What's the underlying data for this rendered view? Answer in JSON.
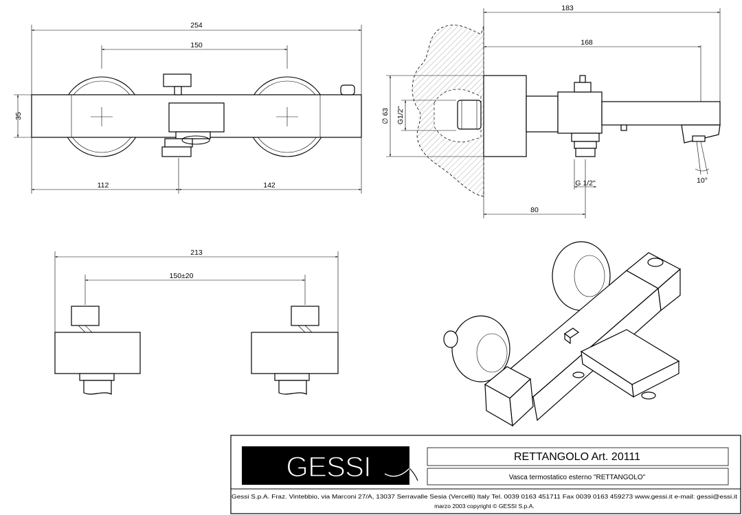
{
  "dimensions": {
    "front_overall": "254",
    "front_centers": "150",
    "front_height": "35",
    "front_left": "112",
    "front_right": "142",
    "side_overall": "183",
    "side_spout": "168",
    "side_diameter": "∅ 63",
    "side_thread_left": "G1/2\"",
    "side_thread_bottom": "G 1/2\"",
    "side_angle": "10°",
    "side_depth": "80",
    "bottom_overall": "213",
    "bottom_centers": "150±20"
  },
  "title_block": {
    "logo_text": "GESSI",
    "product_title": "RETTANGOLO  Art. 20111",
    "product_subtitle": "Vasca termostatico esterno \"RETTANGOLO\"",
    "address": "Gessi S.p.A. Fraz. Vintebbio, via Marconi 27/A, 13037 Serravalle Sesia  (Vercelli) Italy Tel. 0039 0163 451711 Fax 0039 0163 459273 www.gessi.it  e-mail: gessi@essi.it",
    "copyright": "marzo 2003 copyright © GESSI S.p.A."
  }
}
